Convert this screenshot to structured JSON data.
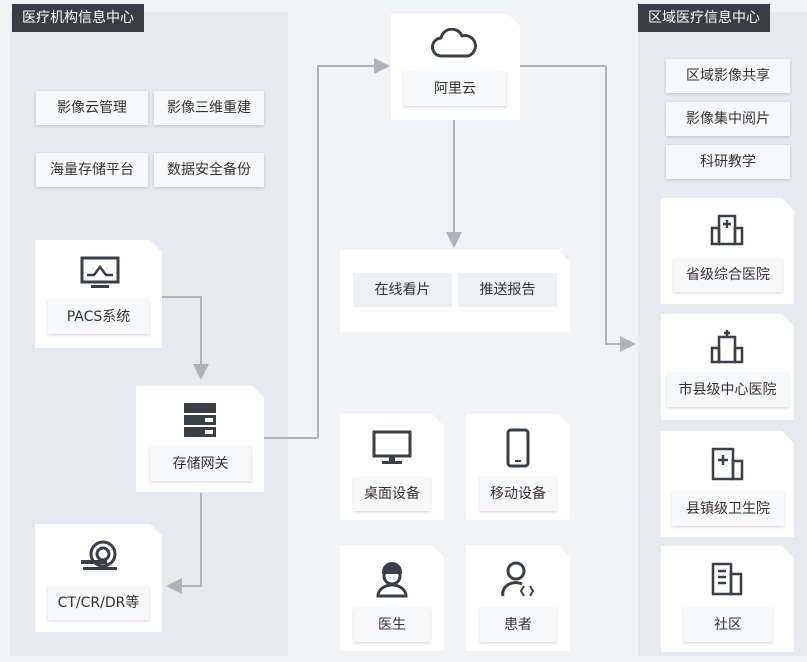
{
  "left_panel": {
    "title": "医疗机构信息中心",
    "services": [
      "影像云管理",
      "影像三维重建",
      "海量存储平台",
      "数据安全备份"
    ],
    "pacs": "PACS系统",
    "gateway": "存储网关",
    "modalities": "CT/CR/DR等"
  },
  "center": {
    "cloud": "阿里云",
    "actions": [
      "在线看片",
      "推送报告"
    ],
    "devices": [
      "桌面设备",
      "移动设备"
    ],
    "users": [
      "医生",
      "患者"
    ]
  },
  "right_panel": {
    "title": "区域医疗信息中心",
    "services": [
      "区域影像共享",
      "影像集中阅片",
      "科研教学"
    ],
    "hospitals": [
      "省级综合医院",
      "市县级中心医院",
      "县镇级卫生院",
      "社区"
    ]
  },
  "colors": {
    "dark_tag": "#3a3d44",
    "panel": "#e6e9ee",
    "line": "#aeb3ba",
    "icon": "#3b3f46"
  }
}
